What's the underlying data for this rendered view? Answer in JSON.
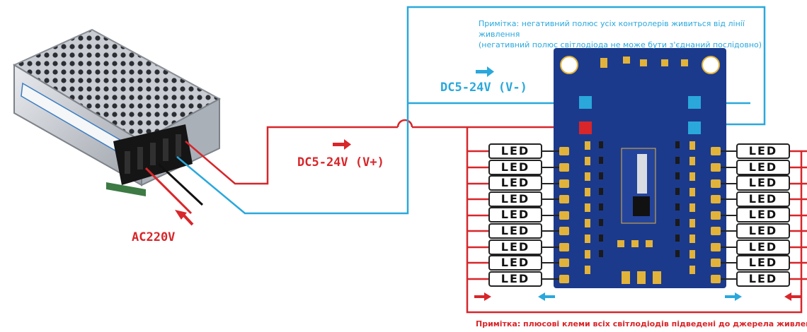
{
  "notes": {
    "top_line1": "Примітка: негативний полюс усіх контролерів живиться від лінії живлення",
    "top_line2": "(негативний полюс світлодіода не може бути з'єднаний послідовно)",
    "bottom": "Примітка: плюсові клеми всіх світлодіодів підведені до джерела живлення"
  },
  "labels": {
    "ac": "AC220V",
    "dc_plus": "DC5-24V (V+)",
    "dc_minus": "DC5-24V (V-)"
  },
  "led": {
    "text": "LED",
    "left_count": 9,
    "right_count": 9
  },
  "colors": {
    "positive_wire": "#d8262a",
    "negative_wire": "#2aa8dc",
    "board": "#1c3a8c",
    "led_pad": "#e2b33a"
  },
  "icons": {
    "power_supply": "switching-power-supply-image",
    "controller": "led-controller-board-image"
  }
}
